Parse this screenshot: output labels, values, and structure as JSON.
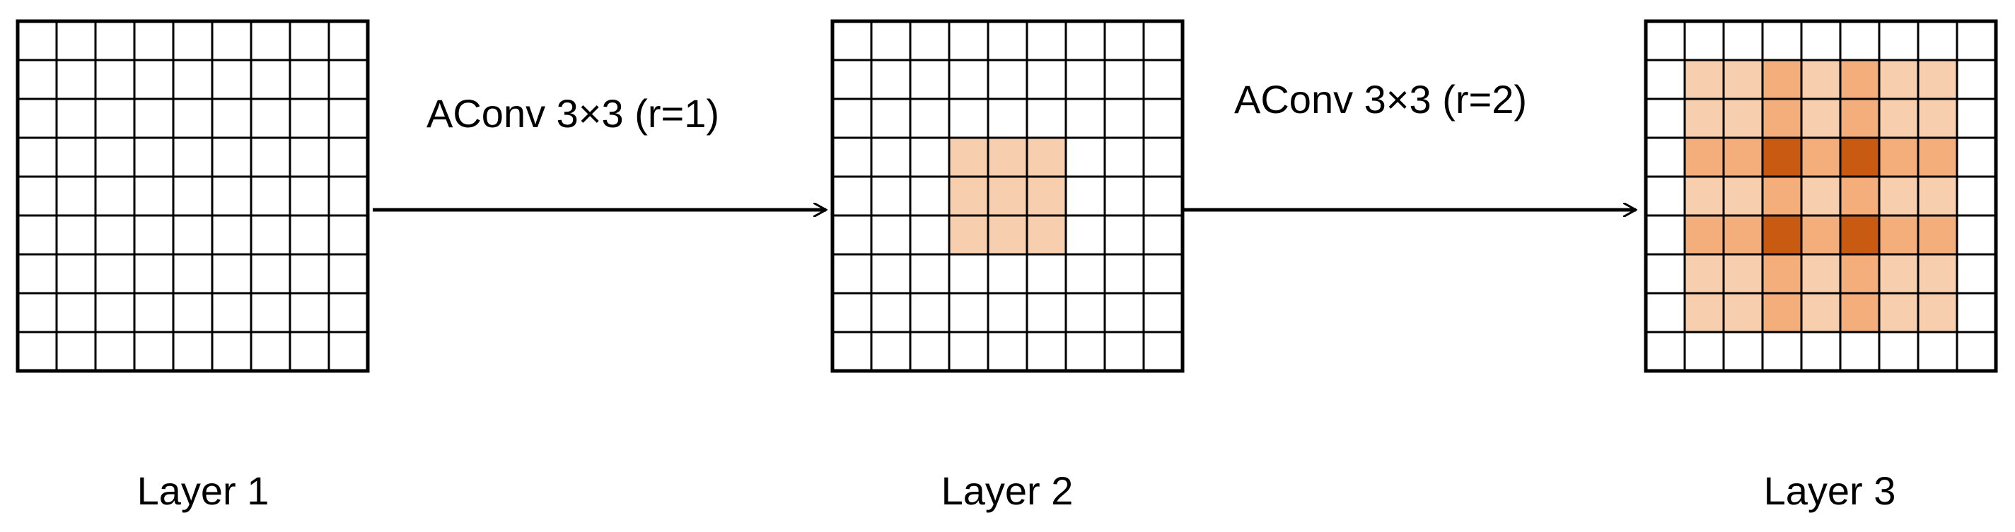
{
  "colors": {
    "grid_line": "#000000",
    "cell_empty": "#ffffff",
    "shade_light": "#f8cfae",
    "shade_medium": "#f3ae7b",
    "shade_dark": "#c85a12",
    "arrow": "#000000"
  },
  "layers": [
    {
      "name": "Layer 1",
      "grid_size": 9,
      "cells": [
        [
          0,
          0,
          0,
          0,
          0,
          0,
          0,
          0,
          0
        ],
        [
          0,
          0,
          0,
          0,
          0,
          0,
          0,
          0,
          0
        ],
        [
          0,
          0,
          0,
          0,
          0,
          0,
          0,
          0,
          0
        ],
        [
          0,
          0,
          0,
          0,
          0,
          0,
          0,
          0,
          0
        ],
        [
          0,
          0,
          0,
          0,
          0,
          0,
          0,
          0,
          0
        ],
        [
          0,
          0,
          0,
          0,
          0,
          0,
          0,
          0,
          0
        ],
        [
          0,
          0,
          0,
          0,
          0,
          0,
          0,
          0,
          0
        ],
        [
          0,
          0,
          0,
          0,
          0,
          0,
          0,
          0,
          0
        ],
        [
          0,
          0,
          0,
          0,
          0,
          0,
          0,
          0,
          0
        ]
      ]
    },
    {
      "name": "Layer 2",
      "grid_size": 9,
      "cells": [
        [
          0,
          0,
          0,
          0,
          0,
          0,
          0,
          0,
          0
        ],
        [
          0,
          0,
          0,
          0,
          0,
          0,
          0,
          0,
          0
        ],
        [
          0,
          0,
          0,
          0,
          0,
          0,
          0,
          0,
          0
        ],
        [
          0,
          0,
          0,
          1,
          1,
          1,
          0,
          0,
          0
        ],
        [
          0,
          0,
          0,
          1,
          1,
          1,
          0,
          0,
          0
        ],
        [
          0,
          0,
          0,
          1,
          1,
          1,
          0,
          0,
          0
        ],
        [
          0,
          0,
          0,
          0,
          0,
          0,
          0,
          0,
          0
        ],
        [
          0,
          0,
          0,
          0,
          0,
          0,
          0,
          0,
          0
        ],
        [
          0,
          0,
          0,
          0,
          0,
          0,
          0,
          0,
          0
        ]
      ]
    },
    {
      "name": "Layer 3",
      "grid_size": 9,
      "cells": [
        [
          0,
          0,
          0,
          0,
          0,
          0,
          0,
          0,
          0
        ],
        [
          0,
          1,
          1,
          2,
          1,
          2,
          1,
          1,
          0
        ],
        [
          0,
          1,
          1,
          2,
          1,
          2,
          1,
          1,
          0
        ],
        [
          0,
          2,
          2,
          3,
          2,
          3,
          2,
          2,
          0
        ],
        [
          0,
          1,
          1,
          2,
          1,
          2,
          1,
          1,
          0
        ],
        [
          0,
          2,
          2,
          3,
          2,
          3,
          2,
          2,
          0
        ],
        [
          0,
          1,
          1,
          2,
          1,
          2,
          1,
          1,
          0
        ],
        [
          0,
          1,
          1,
          2,
          1,
          2,
          1,
          1,
          0
        ],
        [
          0,
          0,
          0,
          0,
          0,
          0,
          0,
          0,
          0
        ]
      ]
    }
  ],
  "arrows": [
    {
      "label": "AConv 3×3 (r=1)"
    },
    {
      "label": "AConv 3×3 (r=2)"
    }
  ]
}
